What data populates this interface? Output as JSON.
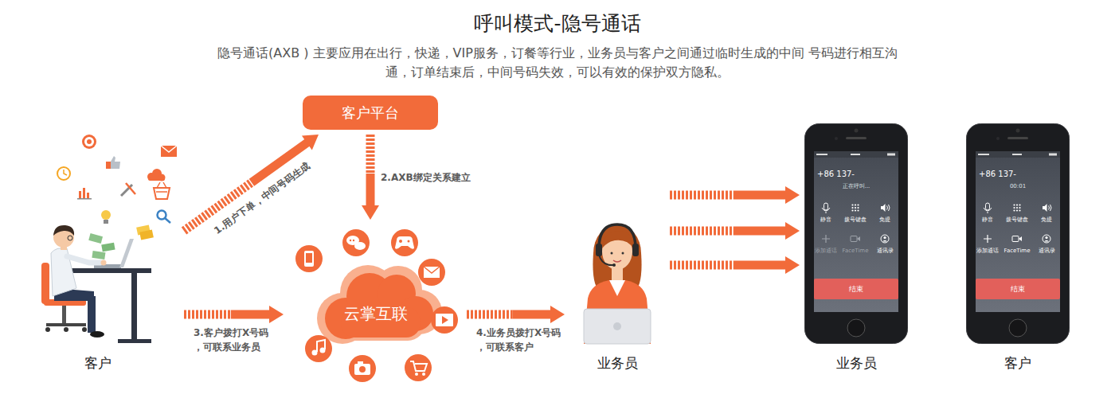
{
  "diagram": {
    "title": "呼叫模式-隐号通话",
    "nodes": [
      {
        "text": [
          "客户"
        ]
      },
      {
        "text": [
          "客户平台"
        ]
      },
      {
        "text": [
          "云掌互联"
        ]
      },
      {
        "text": [
          "业务员"
        ]
      },
      {
        "text": [
          "业务员"
        ]
      },
      {
        "text": [
          "结束"
        ],
        "in": 4
      },
      {
        "text": [
          "客户"
        ]
      },
      {
        "text": [
          "结束"
        ],
        "in": 6
      }
    ],
    "edges": [
      {
        "from": 0,
        "to": 1,
        "arrow": "to",
        "label": "1.用户下单，中间号码生成"
      },
      {
        "from": 1,
        "to": 2,
        "arrow": "to",
        "label": "2.AXB绑定关系建立"
      },
      {
        "from": 0,
        "to": 2,
        "arrow": "to",
        "label": "3.客户拨打X号码 ，可联系业务员"
      },
      {
        "from": 2,
        "to": 3,
        "arrow": "to",
        "label": "4.业务员拨打X号码 ，可联系客户"
      },
      {
        "from": 3,
        "to": 4,
        "arrow": "to"
      },
      {
        "from": 3,
        "to": 4,
        "arrow": "to"
      },
      {
        "from": 3,
        "to": 4,
        "arrow": "to"
      }
    ],
    "labels": [
      "隐号通话(AXB ) 主要应用在出行，快递，VIP服务，订餐等行业，业务员与客户之间通过临时生成的中间 号码进行相互沟通，订单结束后，中间号码失效，可以有效的保护双方隐私。",
      "+86 137-",
      "正在呼叫...",
      "静音",
      "拨号键盘",
      "免提",
      "添加通话",
      "FaceTime",
      "通讯录",
      "+86 137-",
      "00:01",
      "静音",
      "拨号键盘",
      "免提",
      "添加通话",
      "FaceTime",
      "通讯录"
    ]
  }
}
